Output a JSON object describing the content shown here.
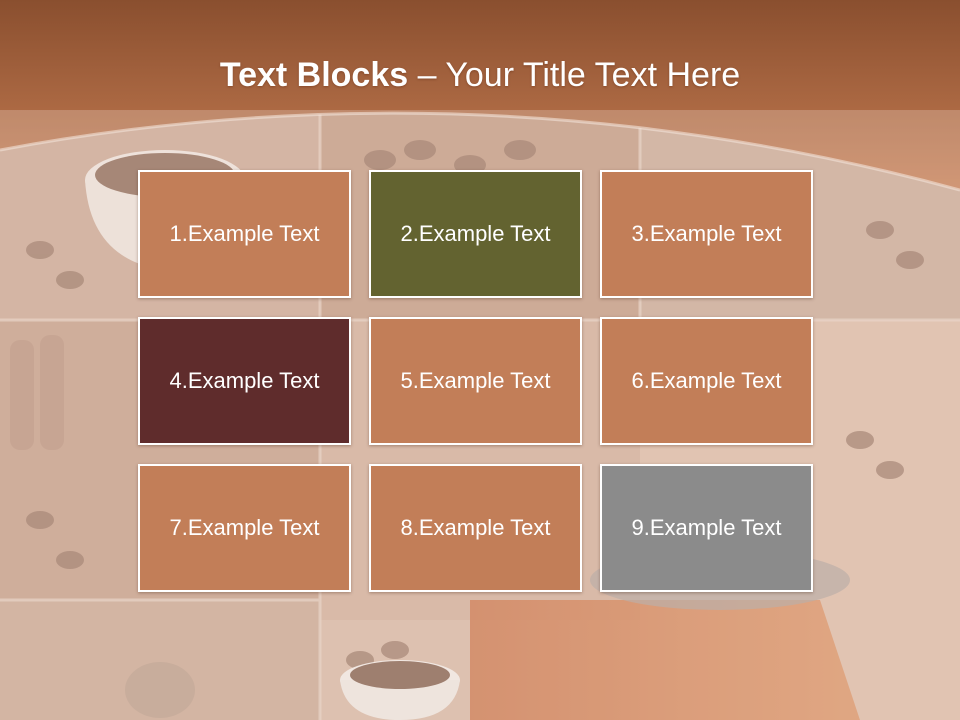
{
  "slide": {
    "title_bold": "Text Blocks",
    "title_rest": " – Your Title Text Here"
  },
  "theme": {
    "header_color": "#b76d49",
    "block_default": "#c27e58",
    "block_olive": "#636330",
    "block_maroon": "#5f2c2c",
    "block_gray": "#8b8b8b"
  },
  "blocks": [
    {
      "label": "1.Example Text",
      "color": "#c27e58"
    },
    {
      "label": "2.Example Text",
      "color": "#636330"
    },
    {
      "label": "3.Example Text",
      "color": "#c27e58"
    },
    {
      "label": "4.Example Text",
      "color": "#5f2c2c"
    },
    {
      "label": "5.Example Text",
      "color": "#c27e58"
    },
    {
      "label": "6.Example Text",
      "color": "#c27e58"
    },
    {
      "label": "7.Example Text",
      "color": "#c27e58"
    },
    {
      "label": "8.Example Text",
      "color": "#c27e58"
    },
    {
      "label": "9.Example Text",
      "color": "#8b8b8b"
    }
  ]
}
